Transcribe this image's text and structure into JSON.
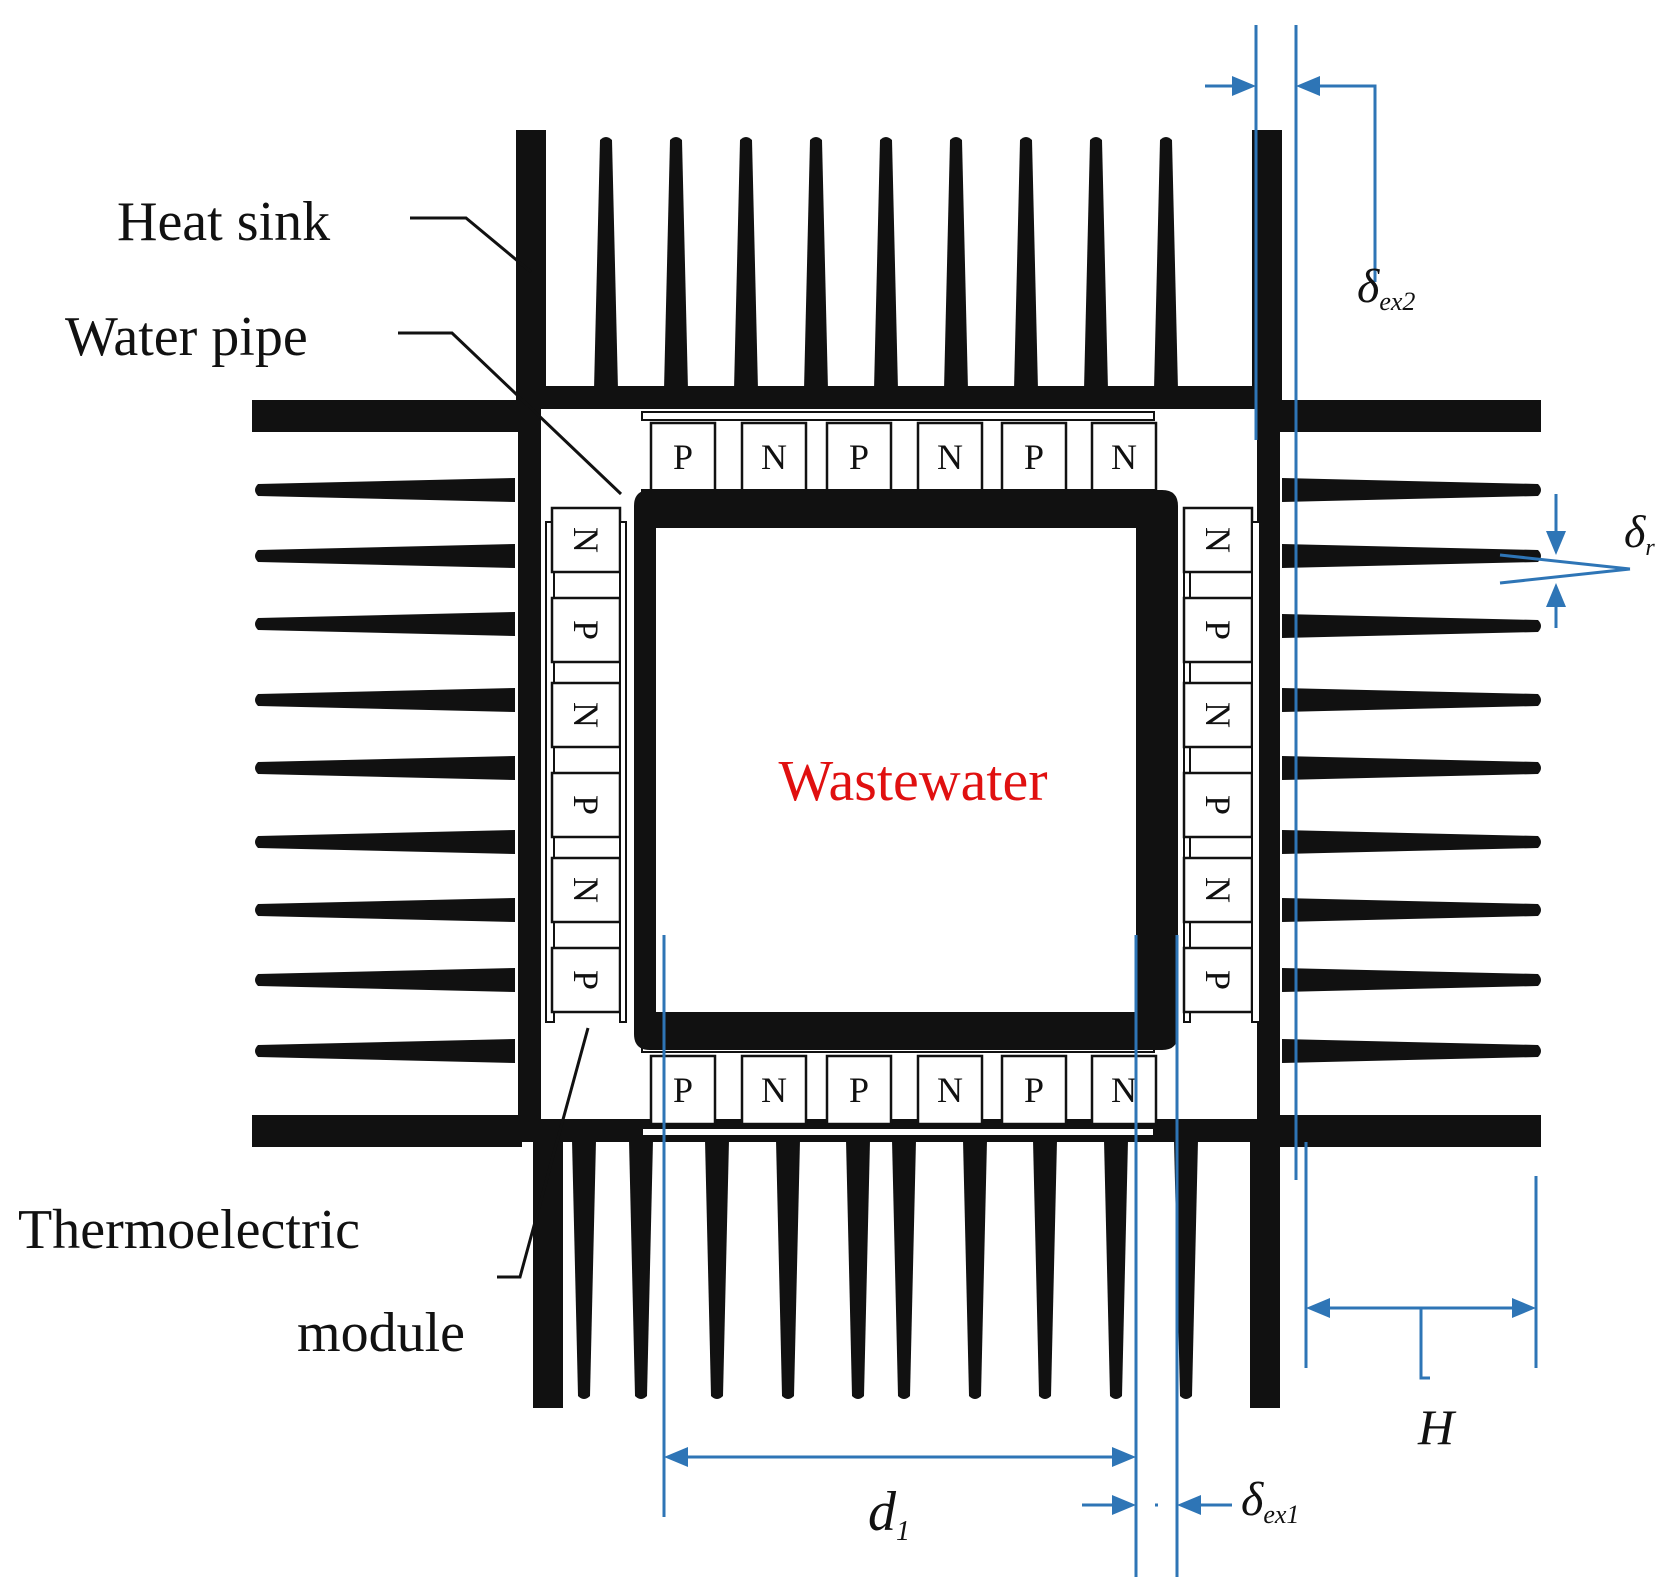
{
  "labels": {
    "heat_sink": "Heat sink",
    "water_pipe": "Water pipe",
    "thermoelectric_line1": "Thermoelectric",
    "thermoelectric_line2": "module",
    "center": "Wastewater"
  },
  "symbols": {
    "delta": "δ",
    "ex2_sub": "ex2",
    "ex1_sub": "ex1",
    "r_sub": "r",
    "H": "H",
    "d": "d",
    "d_sub": "1"
  },
  "modules": {
    "top": [
      "P",
      "N",
      "P",
      "N",
      "P",
      "N"
    ],
    "bottom": [
      "P",
      "N",
      "P",
      "N",
      "P",
      "N"
    ],
    "left": [
      "N",
      "P",
      "N",
      "P",
      "N",
      "P"
    ],
    "right": [
      "N",
      "P",
      "N",
      "P",
      "N",
      "P"
    ]
  },
  "colors": {
    "body": "#111111",
    "dimension": "#2e75b6",
    "accent_text": "#e01010",
    "cell_fill": "#ffffff"
  }
}
